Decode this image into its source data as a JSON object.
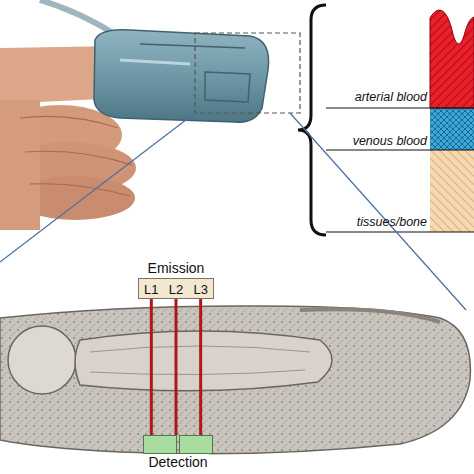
{
  "diagram": {
    "nodes": [
      {
        "text": [
          "Emission"
        ]
      },
      {
        "text": [
          "L1"
        ],
        "in": 0
      },
      {
        "text": [
          "L2"
        ],
        "in": 0
      },
      {
        "text": [
          "L3"
        ],
        "in": 0
      },
      {
        "text": [
          "Detection"
        ]
      }
    ],
    "edges": [
      {
        "from": 1,
        "to": 4,
        "arrow": "none"
      },
      {
        "from": 2,
        "to": 4,
        "arrow": "none"
      },
      {
        "from": 3,
        "to": 4,
        "arrow": "none"
      }
    ],
    "labels": [
      "arterial blood",
      "venous blood",
      "tissues/bone"
    ]
  }
}
